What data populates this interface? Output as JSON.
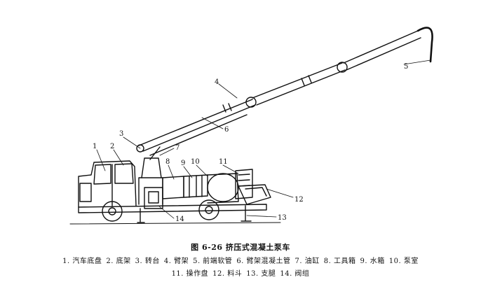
{
  "figure": {
    "labels": [
      "1",
      "2",
      "3",
      "4",
      "5",
      "6",
      "7",
      "8",
      "9",
      "10",
      "11",
      "12",
      "13",
      "14"
    ],
    "caption_title": "图 6-26   挤压式混凝土泵车",
    "legend_row1": [
      "1. 汽车底盘",
      "2. 底架",
      "3. 转台",
      "4. 臂架",
      "5. 前端软管",
      "6. 臂架混凝土管",
      "7. 油缸",
      "8. 工具箱",
      "9. 水箱",
      "10. 泵室"
    ],
    "legend_row2": [
      "11. 操作盘",
      "12. 料斗",
      "13. 支腿",
      "14. 阀组"
    ]
  }
}
